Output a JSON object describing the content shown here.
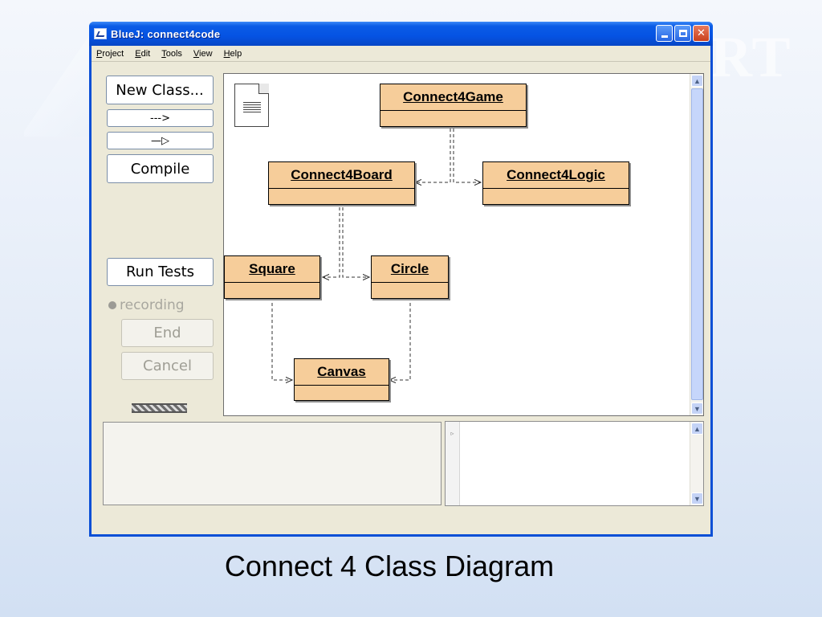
{
  "window": {
    "title": "BlueJ:  connect4code"
  },
  "menu": [
    {
      "label": "Project"
    },
    {
      "label": "Edit"
    },
    {
      "label": "Tools"
    },
    {
      "label": "View"
    },
    {
      "label": "Help"
    }
  ],
  "tools": {
    "new_class": "New Class...",
    "uses_arrow": "--->",
    "inherits_arrow": "—▷",
    "compile": "Compile",
    "run_tests": "Run Tests",
    "recording": "recording",
    "end": "End",
    "cancel": "Cancel"
  },
  "diagram": {
    "classes": [
      {
        "name": "Connect4Game"
      },
      {
        "name": "Connect4Board"
      },
      {
        "name": "Connect4Logic"
      },
      {
        "name": "Square"
      },
      {
        "name": "Circle"
      },
      {
        "name": "Canvas"
      }
    ],
    "class_fill": "#f6cd9a"
  },
  "caption": "Connect 4 Class Diagram",
  "colors": {
    "titlebar": "#0553e3",
    "window_bg": "#ece9d8",
    "slide_bg": "#e4ecf8"
  }
}
